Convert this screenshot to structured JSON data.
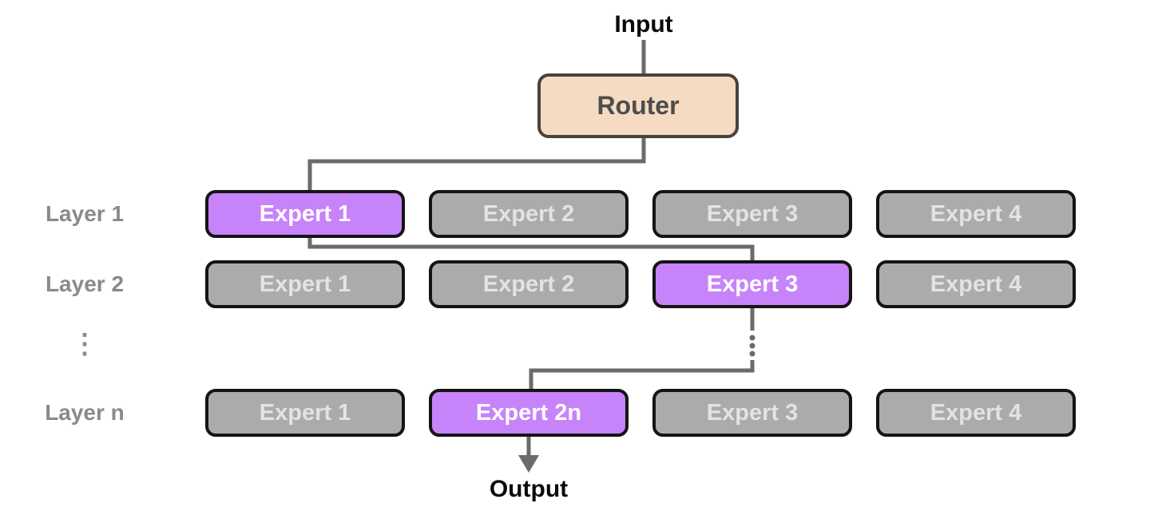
{
  "diagram": {
    "input_label": "Input",
    "router_label": "Router",
    "output_label": "Output",
    "ellipsis": "⋮"
  },
  "layers": [
    {
      "label": "Layer 1",
      "experts": [
        {
          "label": "Expert 1",
          "active": true
        },
        {
          "label": "Expert 2",
          "active": false
        },
        {
          "label": "Expert 3",
          "active": false
        },
        {
          "label": "Expert 4",
          "active": false
        }
      ]
    },
    {
      "label": "Layer 2",
      "experts": [
        {
          "label": "Expert 1",
          "active": false
        },
        {
          "label": "Expert 2",
          "active": false
        },
        {
          "label": "Expert 3",
          "active": true
        },
        {
          "label": "Expert 4",
          "active": false
        }
      ]
    },
    {
      "label": "Layer n",
      "experts": [
        {
          "label": "Expert 1",
          "active": false
        },
        {
          "label": "Expert 2n",
          "active": true
        },
        {
          "label": "Expert 3",
          "active": false
        },
        {
          "label": "Expert 4",
          "active": false
        }
      ]
    }
  ],
  "routing_path": [
    "Input",
    "Router",
    "Layer 1 / Expert 1",
    "Layer 2 / Expert 3",
    "Layer n / Expert 2n",
    "Output"
  ],
  "colors": {
    "background": "#FFFFFF",
    "router_fill": "#F5DBC2",
    "router_border": "#4A423D",
    "router_text": "#4D4D4D",
    "active_expert_fill": "#C783FA",
    "active_expert_text": "#FFFFFF",
    "inactive_expert_fill": "#ABABAB",
    "inactive_expert_text": "#E3E3E3",
    "expert_border": "#141414",
    "connector": "#6B6B6B",
    "layer_label_text": "#8A8A8A",
    "io_label_text": "#0A0A0A"
  }
}
